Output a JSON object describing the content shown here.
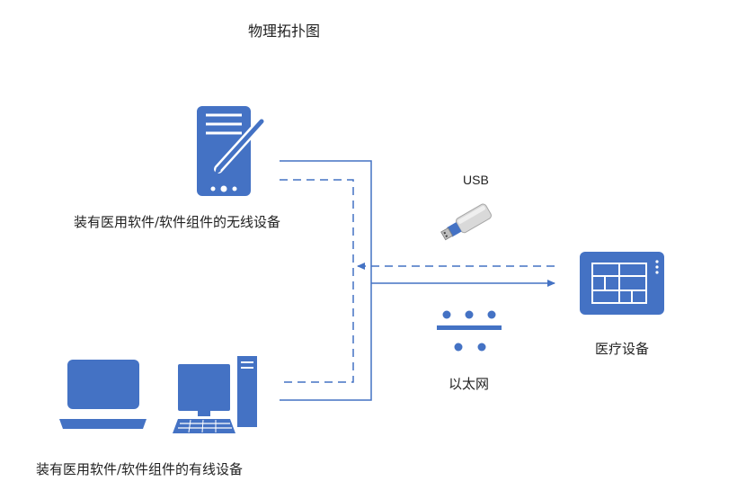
{
  "title": "物理拓扑图",
  "nodes": {
    "wireless_device": {
      "label": "装有医用软件/软件组件的无线设备",
      "icon": "tablet-pen-icon"
    },
    "wired_device": {
      "label": "装有医用软件/软件组件的有线设备",
      "icon": "laptop-desktop-icon"
    },
    "medical_device": {
      "label": "医疗设备",
      "icon": "medical-panel-icon"
    }
  },
  "connections": {
    "usb": {
      "label": "USB",
      "icon": "usb-drive-icon"
    },
    "ethernet": {
      "label": "以太网",
      "icon": "ethernet-icon"
    }
  },
  "colors": {
    "accent": "#4472C4",
    "line": "#4472C4",
    "usb_body": "#d9d9d9"
  }
}
